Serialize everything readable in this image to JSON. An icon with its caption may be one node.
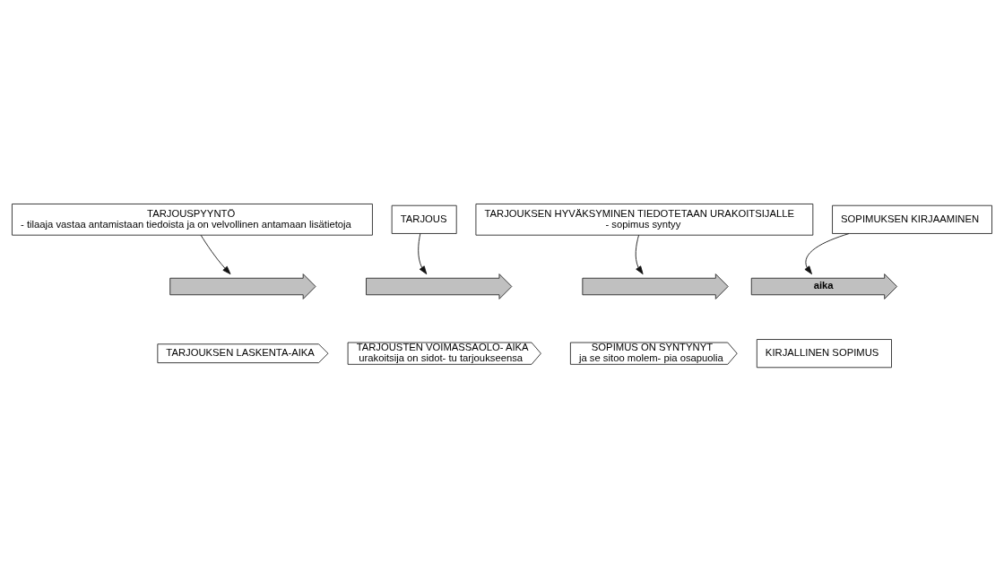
{
  "diagram": {
    "nodes": [
      {
        "text": [
          "TARJOUSPYYNTÖ",
          "- tilaaja vastaa antamistaan tiedoista ja on velvollinen antamaan lisätietoja"
        ]
      },
      {
        "text": [
          "TARJOUS"
        ]
      },
      {
        "text": [
          "TARJOUKSEN HYVÄKSYMINEN TIEDOTETAAN URAKOITSIJALLE",
          "- sopimus syntyy"
        ]
      },
      {
        "text": [
          "SOPIMUKSEN KIRJAAMINEN"
        ]
      },
      {
        "text": [],
        "shape": "arrow"
      },
      {
        "text": [],
        "shape": "arrow"
      },
      {
        "text": [],
        "shape": "arrow"
      },
      {
        "text": [
          "aika"
        ]
      },
      {
        "text": [
          "TARJOUKSEN LASKENTA-AIKA"
        ]
      },
      {
        "text": [
          "TARJOUSTEN VOIMASSAOLO- AIKA",
          "urakoitsija on sidot- tu tarjoukseensa"
        ]
      },
      {
        "text": [
          "SOPIMUS ON SYNTYNYT",
          "ja se sitoo molem- pia osapuolia"
        ]
      },
      {
        "text": [
          "KIRJALLINEN SOPIMUS"
        ]
      }
    ],
    "edges": [
      {
        "from": 0,
        "to": 4,
        "arrow": "to"
      },
      {
        "from": 1,
        "to": 5,
        "arrow": "to"
      },
      {
        "from": 2,
        "to": 6,
        "arrow": "to"
      },
      {
        "from": 3,
        "to": 7,
        "arrow": "to"
      }
    ]
  }
}
